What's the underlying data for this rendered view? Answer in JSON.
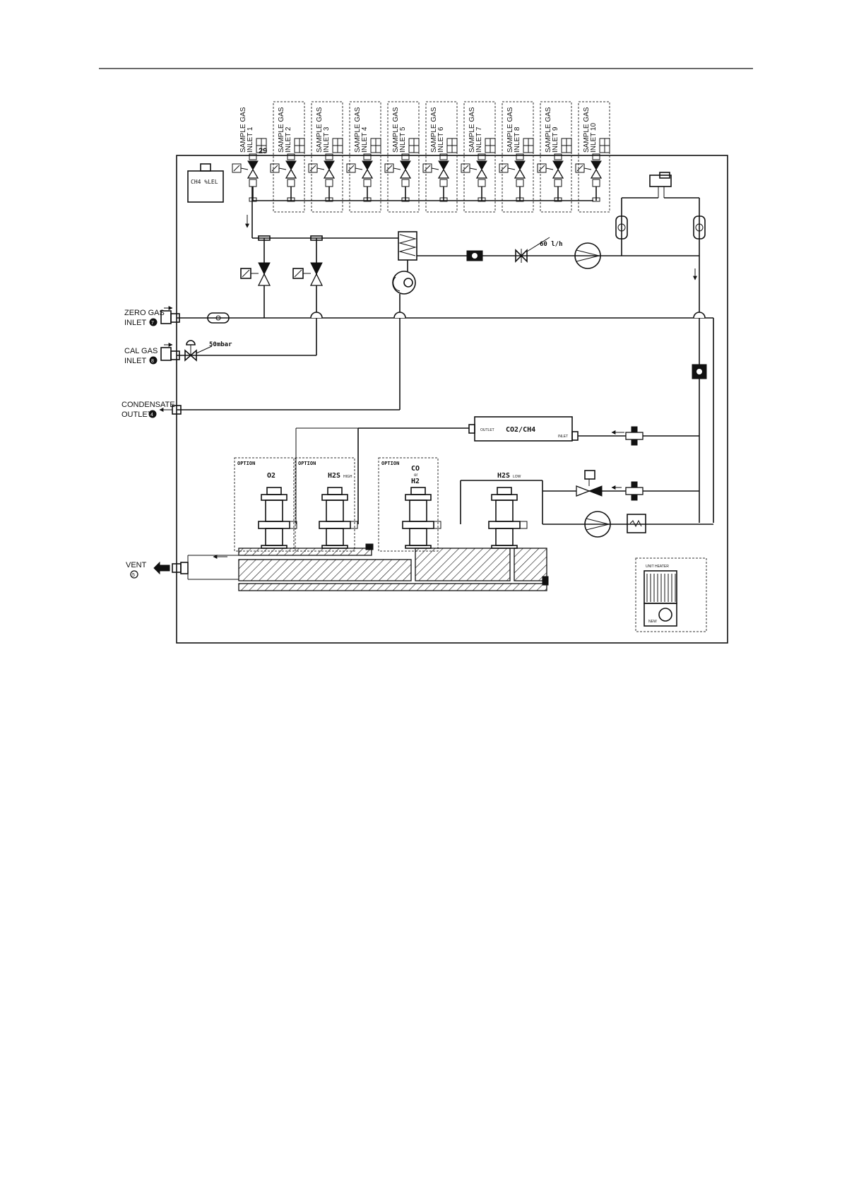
{
  "diagram": {
    "inlets": [
      {
        "label": "SAMPLE GAS INLET 1",
        "line1": "SAMPLE GAS",
        "line2": "INLET 1"
      },
      {
        "label": "SAMPLE GAS INLET 2",
        "line1": "SAMPLE GAS",
        "line2": "INLET 2"
      },
      {
        "label": "SAMPLE GAS INLET 3",
        "line1": "SAMPLE GAS",
        "line2": "INLET 3"
      },
      {
        "label": "SAMPLE GAS INLET 4",
        "line1": "SAMPLE GAS",
        "line2": "INLET 4"
      },
      {
        "label": "SAMPLE GAS INLET 5",
        "line1": "SAMPLE GAS",
        "line2": "INLET 5"
      },
      {
        "label": "SAMPLE GAS INLET 6",
        "line1": "SAMPLE GAS",
        "line2": "INLET 6"
      },
      {
        "label": "SAMPLE GAS INLET 7",
        "line1": "SAMPLE GAS",
        "line2": "INLET 7"
      },
      {
        "label": "SAMPLE GAS INLET 8",
        "line1": "SAMPLE GAS",
        "line2": "INLET 8"
      },
      {
        "label": "SAMPLE GAS INLET 9",
        "line1": "SAMPLE GAS",
        "line2": "INLET 9"
      },
      {
        "label": "SAMPLE GAS INLET 10",
        "line1": "SAMPLE GAS",
        "line2": "INLET 10"
      }
    ],
    "inlet1_number": "29",
    "ch4_box": "CH4 %LEL",
    "flow_rate": "60 l/h",
    "zero_gas": {
      "line1": "ZERO GAS",
      "line2": "INLET",
      "num": "7"
    },
    "cal_gas": {
      "line1": "CAL GAS",
      "line2": "INLET",
      "num": "8"
    },
    "pressure": "50mbar",
    "condensate": {
      "line1": "CONDENSATE",
      "line2": "OUTLET",
      "num": "4"
    },
    "analyzer": {
      "name": "CO2/CH4",
      "outlet": "OUTLET",
      "inlet": "INLET"
    },
    "sensors": [
      {
        "option": "OPTION",
        "name": "O2",
        "sub": ""
      },
      {
        "option": "OPTION",
        "name": "H2S",
        "sub": "HIGH"
      },
      {
        "option": "OPTION",
        "name": "CO",
        "sub": "or",
        "name2": "H2"
      },
      {
        "option": "",
        "name": "H2S",
        "sub": "LOW"
      }
    ],
    "vent": {
      "label": "VENT",
      "num": "5"
    },
    "heater": {
      "label": "UNIT HEATER",
      "fan": "NEW"
    }
  }
}
